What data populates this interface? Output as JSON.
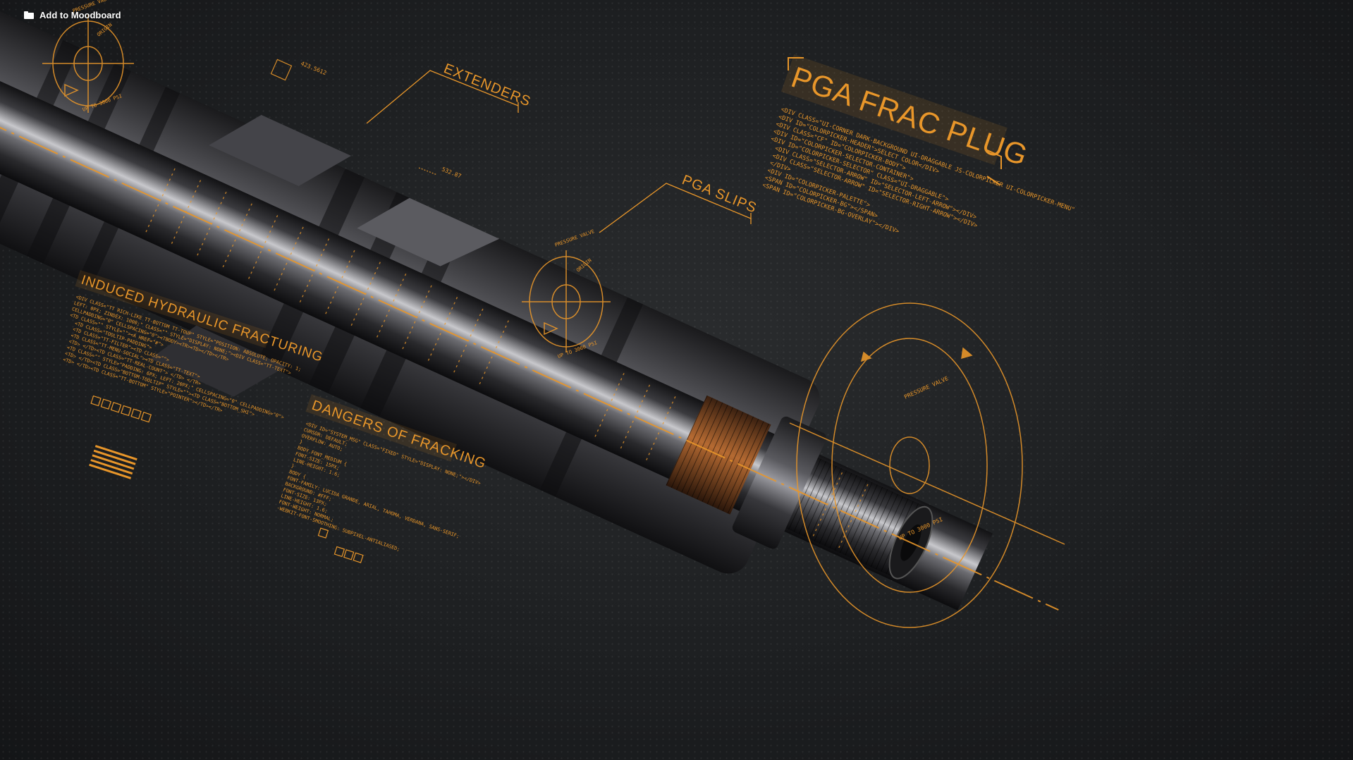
{
  "toolbar": {
    "moodboard_label": "Add to Moodboard",
    "moodboard_icon": "folder-icon"
  },
  "colors": {
    "accent": "#e8962a",
    "accent_dim": "#b86e18",
    "bg": "#1d1f21",
    "metal_dark": "#2b2b2e",
    "metal_light": "#cfcfd2",
    "copper": "#9c5a2c"
  },
  "callouts": {
    "extenders": "EXTENDERS",
    "pga_slips": "PGA SLIPS",
    "pressure_valve": "PRESSURE VALVE",
    "up_to_psi": "UP TO 3000 PSI",
    "origin": "ORIGIN",
    "readout_a": "423.5612",
    "readout_b": "532.87"
  },
  "panels": {
    "frac_plug": {
      "title": "PGA FRAC PLUG",
      "code": [
        "<DIV CLASS=\"UI-CORNER DARK-BACKGROUND UI-DRAGGABLE JS-COLORPICKER UI-COLORPICKER-MENU\"",
        "<DIV ID=\"COLORPICKER-HEADER\">SELECT COLOR</DIV>",
        "<DIV CLASS=\"CF\" ID=\"COLORPICKER-BODY\">",
        "<DIV ID=\"COLORPICKER-SELECTOR-CONTAINER\">",
        "<DIV ID=\"COLORPICKER-SELECTOR\" CLASS=\"UI-DRAGGABLE\">",
        "<DIV CLASS=\"SELECTOR-ARROW\" ID=\"SELECTOR-LEFT-ARROW\"></DIV>",
        "<DIV CLASS=\"SELECTOR-ARROW\" ID=\"SELECTOR-RIGHT-ARROW\"></DIV>",
        "</DIV>",
        "<DIV ID=\"COLORPICKER-PALETTE\">",
        "<SPAN ID=\"COLORPICKER-BG\"></SPAN>",
        "<SPAN ID=\"COLORPICKER-BG-OVERLAY\"></DIV>"
      ]
    },
    "hydraulic": {
      "title": "INDUCED HYDRAULIC FRACTURING",
      "code": [
        "<DIV CLASS=\"TT RICH-LIKE TT-BOTTOM TT-TOUP\" STYLE=\"POSITION: ABSOLUTE; OPACITY: 1;",
        "LEFT: 0PX; ZINDEX: 1000;\" CLASS=\"\" STYLE=\"DISPLAY: NONE;\"><DIV CLASS=\"TT-TEXT\">",
        "CELLPADDING=\"0\" CELLSPACING=\"0\"><TBODY><TR><TD></TD></TR>",
        "<TD CLASS=\"\" STYLE=\"\"><A HREF=\"#\">",
        "<TD CLASS=\"TOOLTIP-PADDING\">",
        "<TD CLASS=\"TT-FILTER\"><TD CLASS=\"\">",
        "<TD CLASS=\"TT-MENU-SOCIAL\"><TD CLASS=\"TT-TEXT\">",
        "<TD> </TD><TD CLASS=\"TT-REAL-COUNT\"> </TD> </TR>",
        "<TD CLASS=\"\" STYLE=\"PADDING: 6PX; LEFT: 20PX;\" CELLSPACING=\"0\" CELLPADDING=\"0\">",
        "<TD> </TD><TD CLASS=\"BOTTOM-TOOLTIP\" STYLE=\"\"><TD CLASS=\"BOTTOM_SHI\">",
        "<TD> </TD><TD CLASS=\"TT-BOTTOM\" STYLE=\"POINTER\"></TD></TR>"
      ]
    },
    "fracking": {
      "title": "DANGERS OF FRACKING",
      "code": [
        "<DIV ID=\"SYSTEM_MSG\" CLASS=\"FIXED\" STYLE=\"DISPLAY: NONE;\"></DIV>",
        "CURSOR: DEFAULT;",
        "OVERFLOW: AUTO;",
        "}",
        "BODY.FONT_MEDIUM {",
        "FONT-SIZE: 15PX;",
        "LINE-HEIGHT: 1.6;",
        "}",
        "BODY {",
        "FONT-FAMILY: LUCIDA GRANDE, ARIAL, TAHOMA, VERDANA, SANS-SERIF;",
        "BACKGROUND: #FFF;",
        "FONT-SIZE: 13PX;",
        "LINE-HEIGHT: 1.6;",
        "FONT-WEIGHT: NORMAL;",
        "-WEBKIT-FONT-SMOOTHING: SUBPIXEL-ANTIALIASED;"
      ]
    }
  }
}
